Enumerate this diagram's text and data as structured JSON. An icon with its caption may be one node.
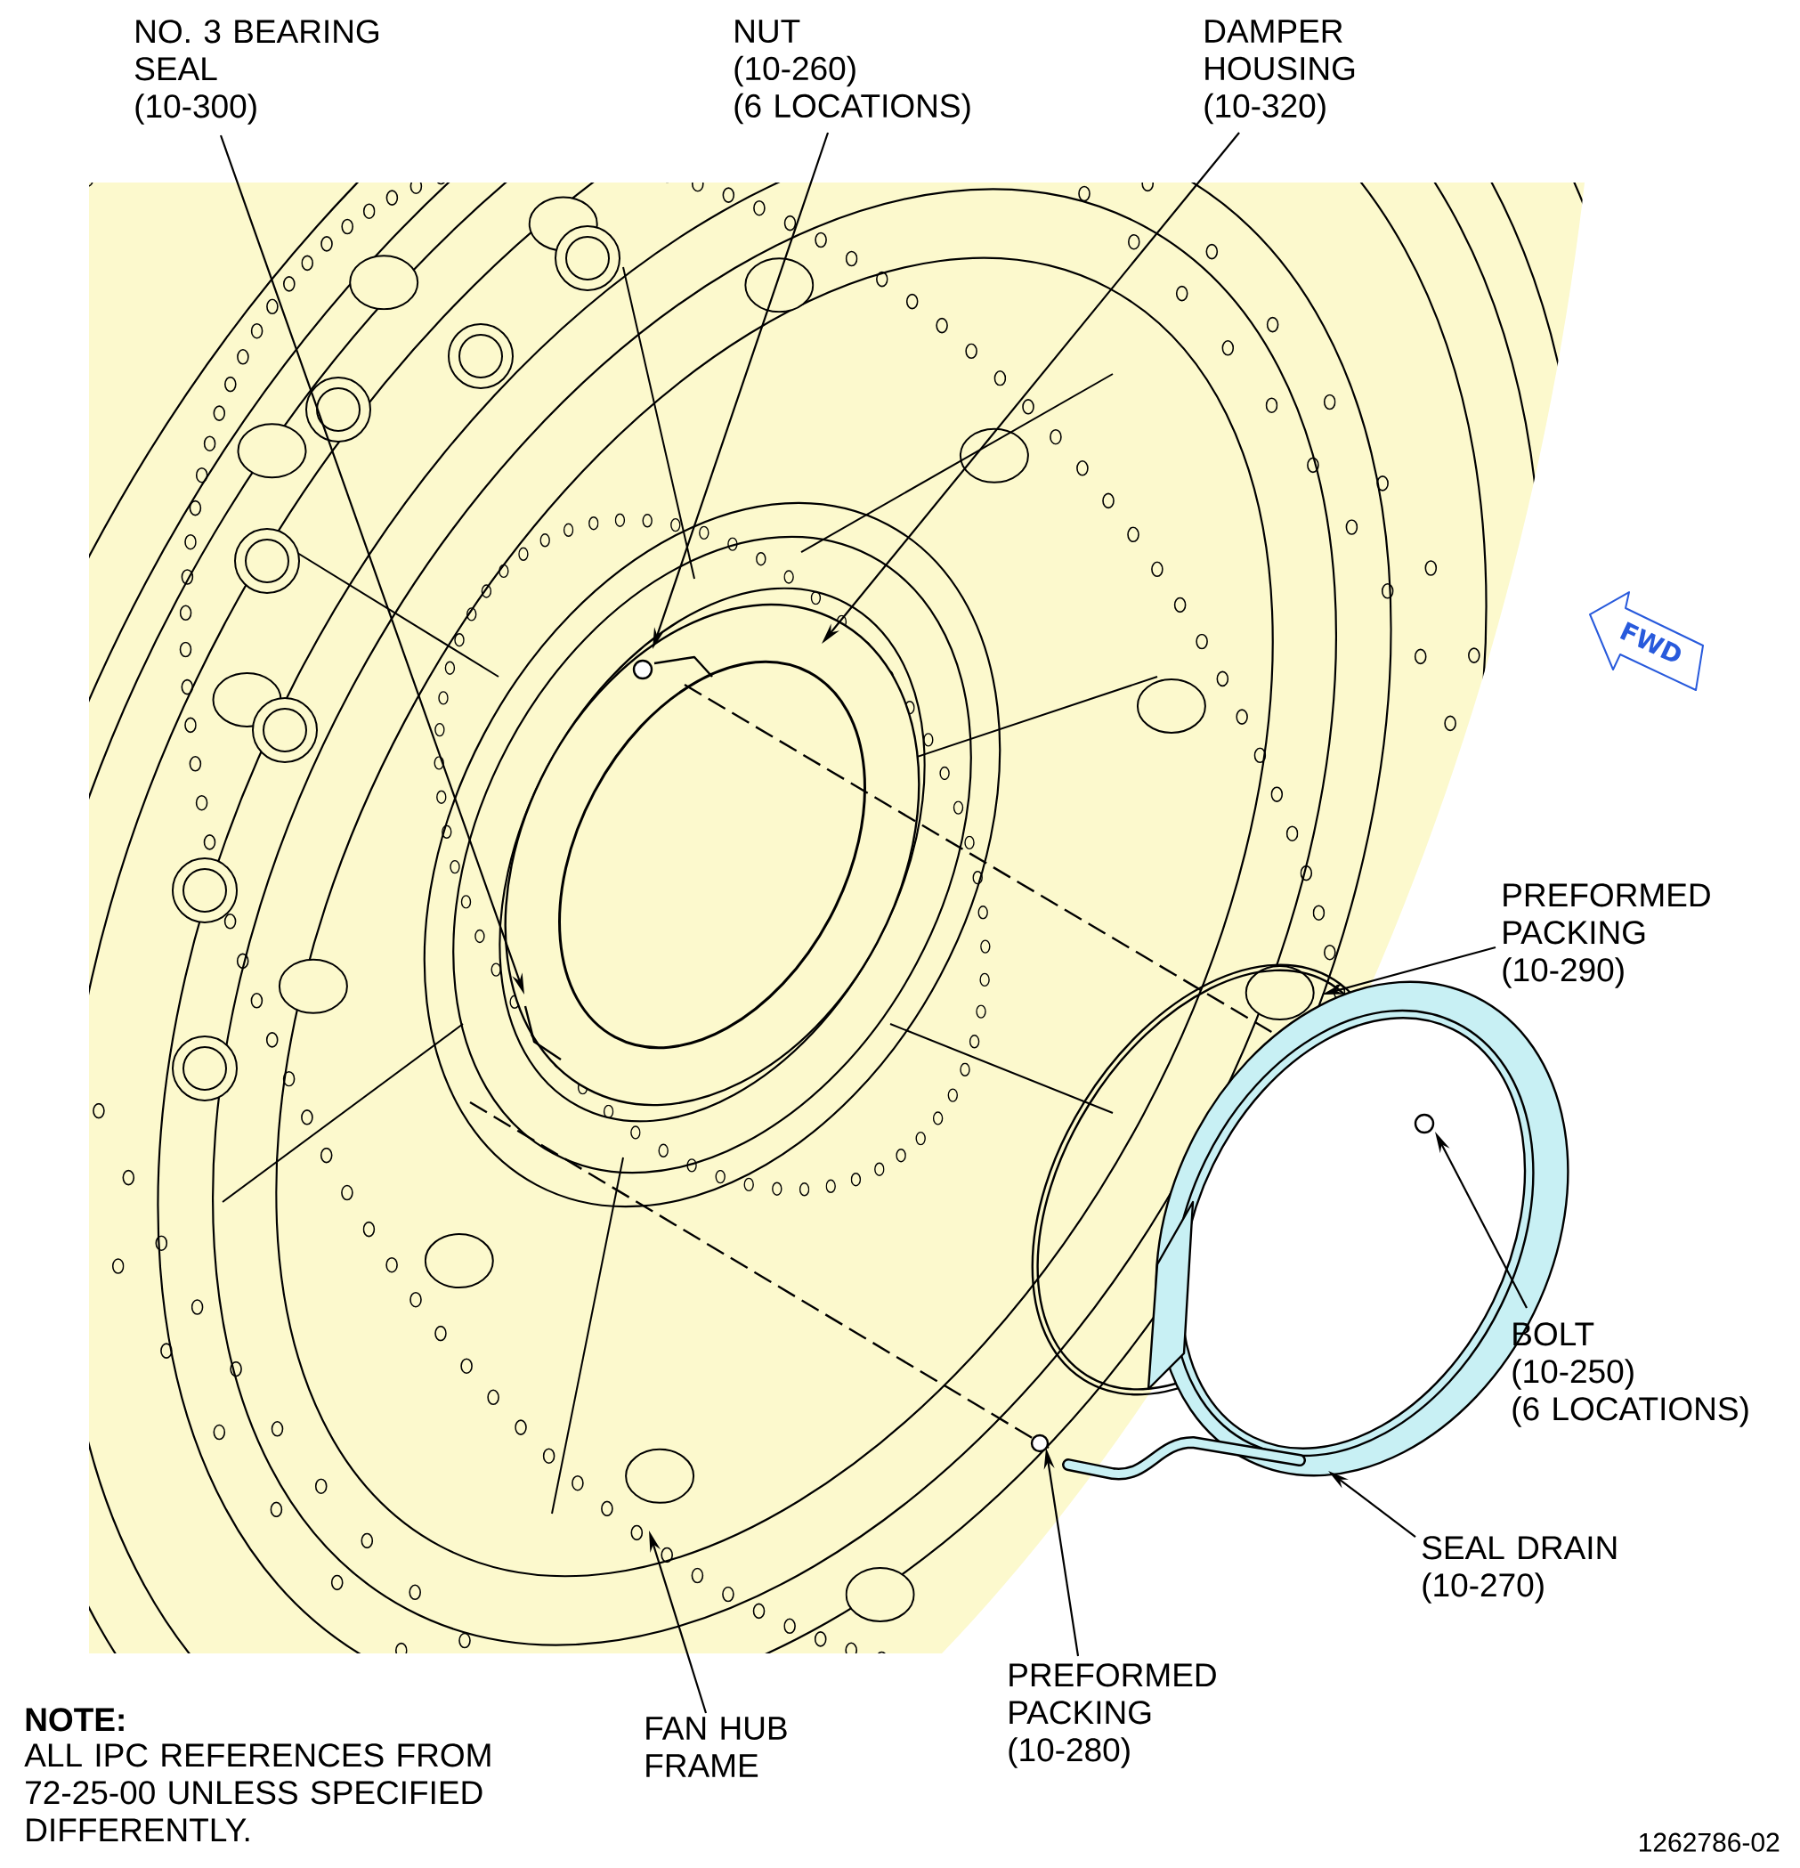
{
  "diagram": {
    "nodes": [
      {
        "text": [
          "NO. 3 BEARING SEAL",
          "(10-300)"
        ]
      },
      {
        "text": [
          "NUT",
          "(10-260)",
          "(6 LOCATIONS)"
        ]
      },
      {
        "text": [
          "DAMPER HOUSING",
          "(10-320)"
        ]
      },
      {
        "text": [
          "PREFORMED PACKING",
          "(10-290)"
        ]
      },
      {
        "text": [
          "BOLT",
          "(10-250)",
          "(6 LOCATIONS)"
        ]
      },
      {
        "text": [
          "SEAL DRAIN",
          "(10-270)"
        ]
      },
      {
        "text": [
          "PREFORMED PACKING",
          "(10-280)"
        ]
      },
      {
        "text": [
          "FAN HUB FRAME"
        ]
      }
    ],
    "edges": [
      {
        "from": 0,
        "to": null,
        "arrow": "to"
      },
      {
        "from": 1,
        "to": null,
        "arrow": "to"
      },
      {
        "from": 2,
        "to": null,
        "arrow": "to"
      },
      {
        "from": 3,
        "to": null,
        "arrow": "to"
      },
      {
        "from": 4,
        "to": null,
        "arrow": "to"
      },
      {
        "from": 5,
        "to": null,
        "arrow": "to"
      },
      {
        "from": 6,
        "to": null,
        "arrow": "to"
      },
      {
        "from": 7,
        "to": null,
        "arrow": "to"
      }
    ],
    "labels": [
      "FWD",
      "NOTE:",
      "ALL IPC REFERENCES FROM 72-25-00 UNLESS SPECIFIED DIFFERENTLY.",
      "1262786-02"
    ]
  }
}
